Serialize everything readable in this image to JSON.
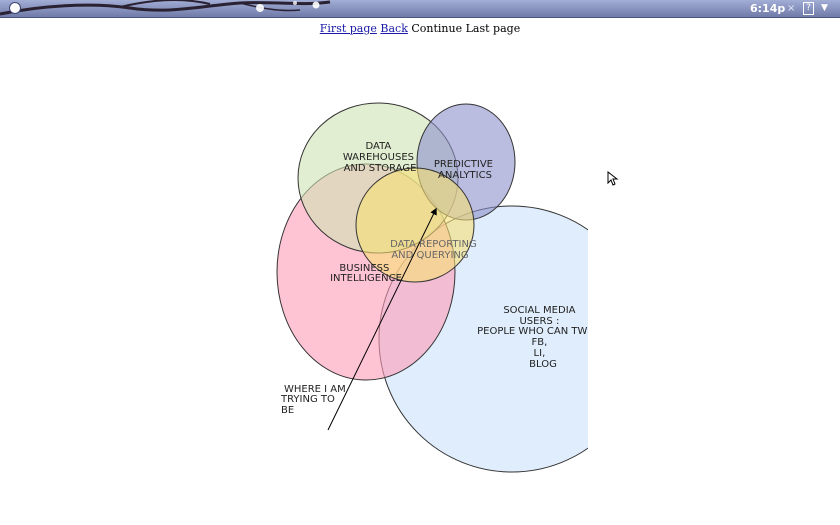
{
  "taskbar": {
    "clock": "6:14p",
    "close_glyph": "×",
    "help_glyph": "?",
    "menu_glyph": "▼",
    "start_icon": "start-orb-icon"
  },
  "nav": {
    "first_page": "First page",
    "back": "Back",
    "continue": "Continue",
    "last_page": "Last page"
  },
  "venn": {
    "data_warehouses": [
      "DATA",
      "WAREHOUSES",
      "AND STORAGE"
    ],
    "predictive": [
      "PREDICTIVE",
      "ANALYTICS"
    ],
    "reporting": [
      "DATA REPORTING",
      "AND QUERYING"
    ],
    "business": [
      "BUSINESS",
      "INTELLIGENCE"
    ],
    "social": [
      "SOCIAL MEDIA",
      "USERS :",
      "PEOPLE WHO CAN TWE",
      "FB,",
      "LI,",
      "BLOG"
    ],
    "where": [
      "WHERE I AM",
      "TRYING TO",
      "BE"
    ],
    "colors": {
      "warehouses": "#cfe2b3",
      "predictive": "#8c8fcb",
      "reporting": "#f7df74",
      "business": "#ff9db7",
      "social": "#d4e7fb"
    }
  }
}
